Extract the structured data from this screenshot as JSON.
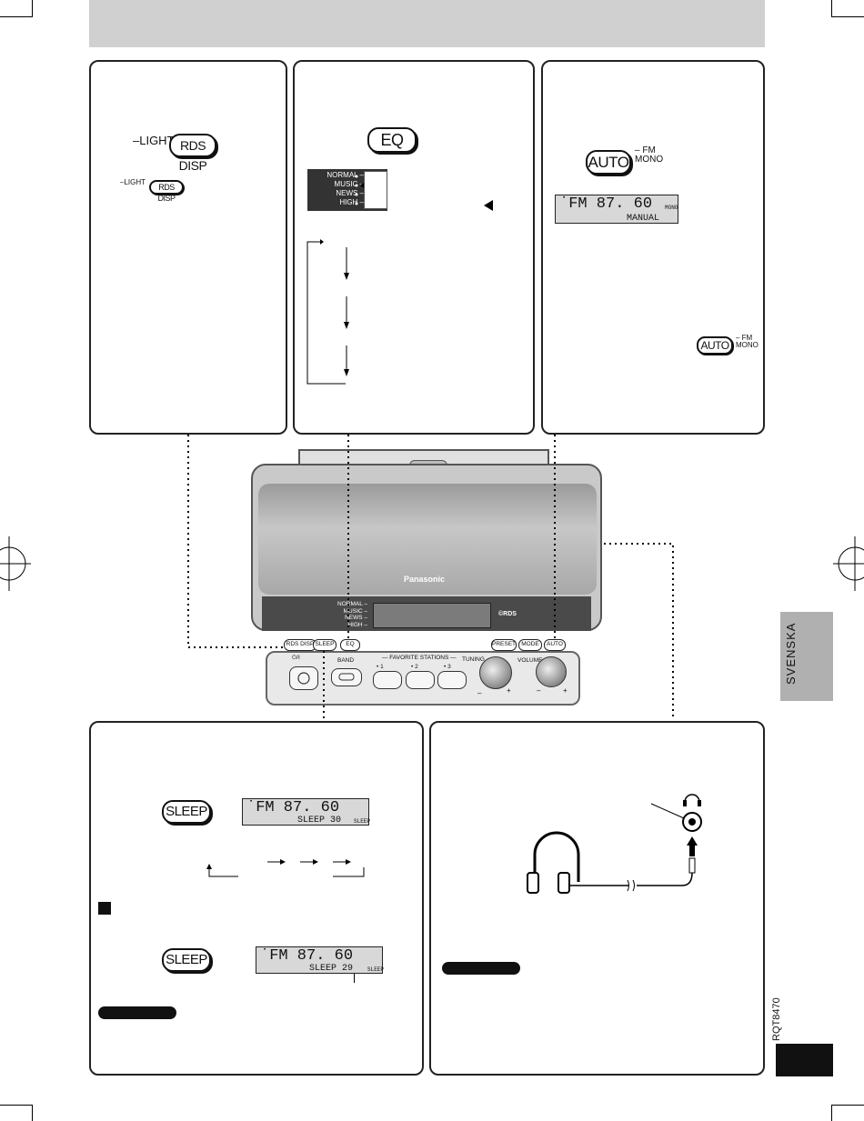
{
  "buttons": {
    "light_prefix": "–LIGHT",
    "light_prefix_small": "–LIGHT",
    "rds_disp": "RDS DISP",
    "eq": "EQ",
    "auto": "AUTO",
    "fm_suffix": "– FM",
    "mono_suffix": "MONO",
    "sleep": "SLEEP"
  },
  "eq_scale": {
    "modes": [
      "NORMAL –",
      "MUSIC –",
      "NEWS –",
      "HIGH –"
    ]
  },
  "displays": {
    "tuner_manual": {
      "main": "˙FM   87. 60",
      "sub": "MANUAL",
      "tag": "MONO"
    },
    "sleep_30": {
      "main": "˙FM 87. 60",
      "sub": "SLEEP   30",
      "tag": "SLEEP"
    },
    "sleep_29": {
      "main": "˙FM  87. 60",
      "sub": "SLEEP   29",
      "tag": "SLEEP"
    }
  },
  "device": {
    "brand": "Panasonic",
    "eq_modes": [
      "NORMAL –",
      "MUSIC –",
      "NEWS –",
      "HIGH –"
    ],
    "rds_mark": "©RDS",
    "row1": {
      "rds_disp": "RDS DISP",
      "sleep": "SLEEP",
      "eq": "EQ",
      "preset": "PRESET",
      "mode": "MODE",
      "auto": "AUTO"
    },
    "row2": {
      "power": "⏻/I",
      "band": "BAND",
      "favorite": "— FAVORITE STATIONS —",
      "fav": [
        "• 1",
        "• 2",
        "• 3"
      ],
      "tuning": "TUNING",
      "volume": "VOLUME",
      "minus": "–",
      "plus": "+"
    }
  },
  "side": {
    "language": "SVENSKA",
    "code": "RQT8470"
  }
}
